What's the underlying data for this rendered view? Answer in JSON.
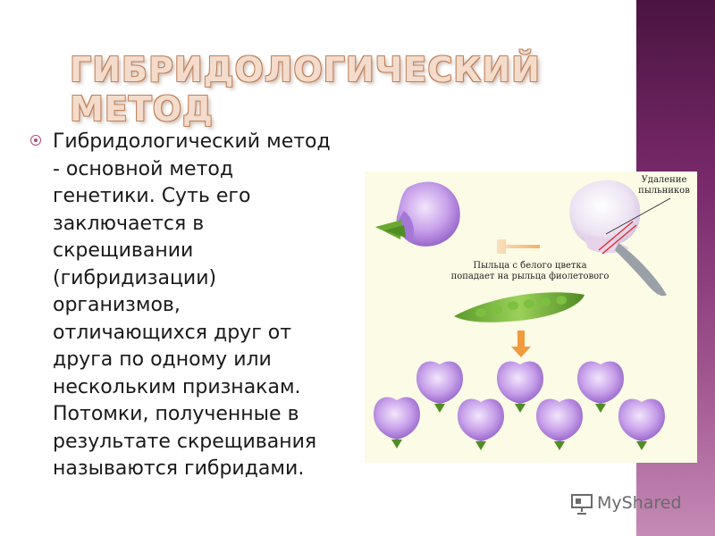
{
  "slide": {
    "title": "ГИБРИДОЛОГИЧЕСКИЙ МЕТОД",
    "bullet_text": "Гибридологический метод\n- основной метод\nгенетики. Суть его\nзаключается в\nскрещивании\n(гибридизации)\nорганизмов,\nотличающихся друг от\nдруга по одному или\nнескольким признакам.\nПотомки, полученные в\nрезультате скрещивания\nназываются гибридами.",
    "bullet_icon": "circle-bullet-icon"
  },
  "figure": {
    "label_removal_line1": "Удаление",
    "label_removal_line2": "пыльников",
    "label_pollen_line1": "Пыльца с белого цветка",
    "label_pollen_line2": "попадает на рыльца фиолетового"
  },
  "watermark": {
    "text": "MyShared",
    "icon": "presentation-board-icon"
  },
  "colors": {
    "title": "#f3dccb",
    "accent": "#b04a7e",
    "band_top": "#4a1440",
    "band_bottom": "#c58ab5",
    "flower_violet": "#b98be0",
    "figure_bg": "#fbfbe6"
  }
}
